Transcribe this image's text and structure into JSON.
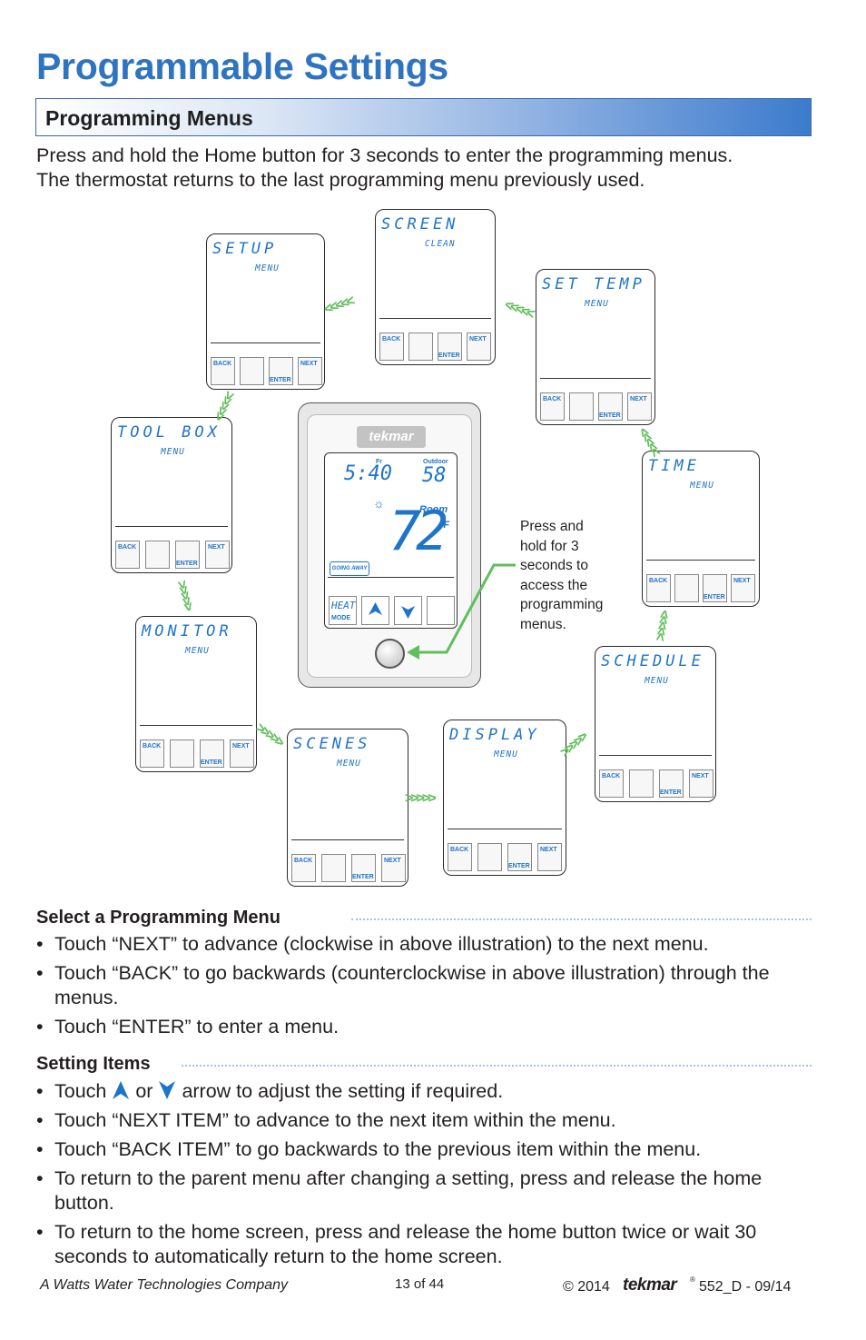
{
  "page": {
    "title": "Programmable Settings",
    "section_heading": "Programming Menus",
    "intro_line1": "Press and hold the Home button for 3 seconds to enter the programming menus.",
    "intro_line2": "The thermostat returns to the last programming menu previously used."
  },
  "diagram": {
    "cards": [
      {
        "label": "SETUP",
        "sub": "MENU"
      },
      {
        "label": "SCREEN",
        "sub": "CLEAN"
      },
      {
        "label": "SET TEMP",
        "sub": "MENU"
      },
      {
        "label": "TIME",
        "sub": "MENU"
      },
      {
        "label": "SCHEDULE",
        "sub": "MENU"
      },
      {
        "label": "DISPLAY",
        "sub": "MENU"
      },
      {
        "label": "SCENES",
        "sub": "MENU"
      },
      {
        "label": "MONITOR",
        "sub": "MENU"
      },
      {
        "label": "TOOL BOX",
        "sub": "MENU"
      }
    ],
    "button_labels": {
      "back": "BACK",
      "enter": "ENTER",
      "next": "NEXT"
    },
    "chevrons": "<<<<<",
    "thermostat": {
      "brand": "tekmar",
      "time": "5:40",
      "day": "Fr",
      "outdoor_label": "Outdoor",
      "outdoor_temp": "58",
      "room_label": "Room",
      "room_temp": "72",
      "unit": "°F",
      "going_away": "GOING AWAY",
      "mode_text": "HEAT",
      "mode_label": "MODE"
    },
    "callout": "Press and hold for 3 seconds to access the programming menus.",
    "callout_lines": [
      "Press and",
      "hold for 3",
      "seconds to",
      "access the",
      "programming",
      "menus."
    ],
    "colors": {
      "accent": "#2f74c0",
      "lcd_text": "#1e74c9",
      "arrow": "#5fbf5b"
    }
  },
  "select_menu": {
    "heading": "Select a Programming Menu",
    "items": [
      "Touch “NEXT” to advance (clockwise in above illustration) to the next menu.",
      "Touch “BACK” to go backwards (counterclockwise in above illustration) through the menus.",
      "Touch “ENTER” to enter a menu."
    ]
  },
  "setting_items": {
    "heading": "Setting Items",
    "item1_prefix": "Touch",
    "item1_or": "or",
    "item1_suffix": "arrow to adjust the setting if required.",
    "items": [
      "Touch “NEXT ITEM” to advance to the next item within the menu.",
      "Touch “BACK ITEM” to go backwards to the previous item within the menu.",
      "To return to the parent menu after changing a setting, press and release the home button.",
      "To return to the home screen, press and release the home button twice or wait 30 seconds to automatically return to the home screen."
    ]
  },
  "footer": {
    "company": "A Watts Water Technologies Company",
    "page": "13 of 44",
    "copyright": "© 2014",
    "brand": "tekmar",
    "reg": "®",
    "doc": "552_D - 09/14"
  }
}
